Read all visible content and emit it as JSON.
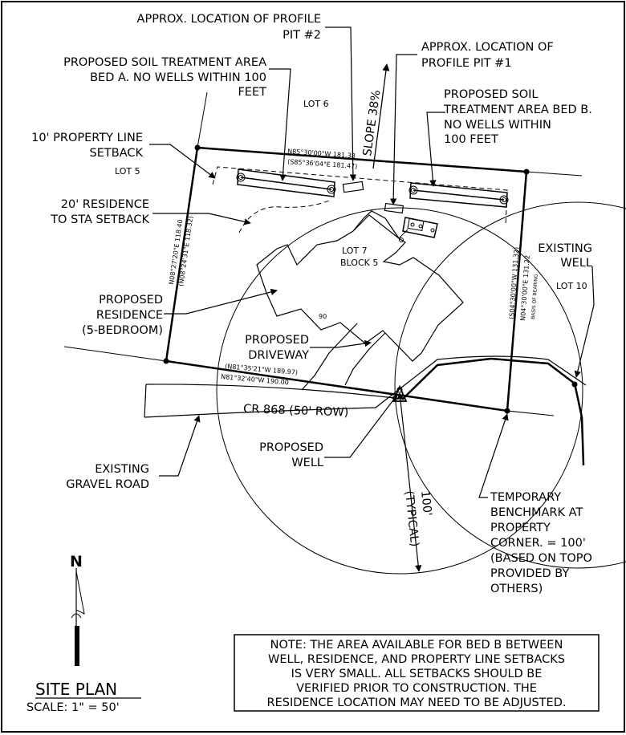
{
  "labels": {
    "pit2": [
      "APPROX. LOCATION OF PROFILE",
      "PIT #2"
    ],
    "bed_a": [
      "PROPOSED SOIL TREATMENT AREA",
      "BED A. NO WELLS WITHIN 100",
      "FEET"
    ],
    "pit1": [
      "APPROX. LOCATION OF",
      "PROFILE PIT #1"
    ],
    "bed_b": [
      "PROPOSED SOIL",
      "TREATMENT AREA BED B.",
      "NO WELLS WITHIN",
      "100 FEET"
    ],
    "slope": "SLOPE 38%",
    "lot6": "LOT 6",
    "lot5": "LOT 5",
    "lot7": [
      "LOT 7",
      "BLOCK 5"
    ],
    "lot10": "LOT 10",
    "setback10": [
      "10' PROPERTY LINE",
      "SETBACK"
    ],
    "setback20": [
      "20' RESIDENCE",
      "TO STA SETBACK"
    ],
    "residence": [
      "PROPOSED",
      "RESIDENCE",
      "(5-BEDROOM)"
    ],
    "driveway": [
      "PROPOSED",
      "DRIVEWAY"
    ],
    "existing_well": [
      "EXISTING",
      "WELL"
    ],
    "road": "CR 868 (50' ROW)",
    "proposed_well": [
      "PROPOSED",
      "WELL"
    ],
    "gravel_road": [
      "EXISTING",
      "GRAVEL ROAD"
    ],
    "radius": [
      "100'",
      "(TYPICAL)"
    ],
    "benchmark": [
      "TEMPORARY",
      "BENCHMARK AT",
      "PROPERTY",
      "CORNER. = 100'",
      "(BASED ON TOPO",
      "PROVIDED BY",
      "OTHERS)"
    ],
    "north": "N",
    "title": "SITE PLAN",
    "scale": "SCALE: 1\" = 50'"
  },
  "bearings": {
    "north_line": "N85°30'00\"W 181.38",
    "north_line_rec": "(S85°36'04\"E 181.47)",
    "west_line": "N08°27'20\"E 118.40",
    "west_line_rec": "(N08°24'31\"E 118.32)",
    "east_line": "(S04°30'00\"W 131.32)",
    "east_line2": "N04°30'00\"E 131.22",
    "basis": "BASIS OF BEARING",
    "south_line_rec": "(N81°35'21\"W 189.97)",
    "south_line": "N81°32'40\"W 190.00",
    "elev": "90"
  },
  "note": [
    "NOTE: THE AREA AVAILABLE FOR BED B BETWEEN",
    "WELL, RESIDENCE, AND PROPERTY LINE SETBACKS",
    "IS VERY SMALL. ALL SETBACKS SHOULD BE",
    "VERIFIED PRIOR TO CONSTRUCTION. THE",
    "RESIDENCE LOCATION MAY NEED TO BE ADJUSTED."
  ]
}
